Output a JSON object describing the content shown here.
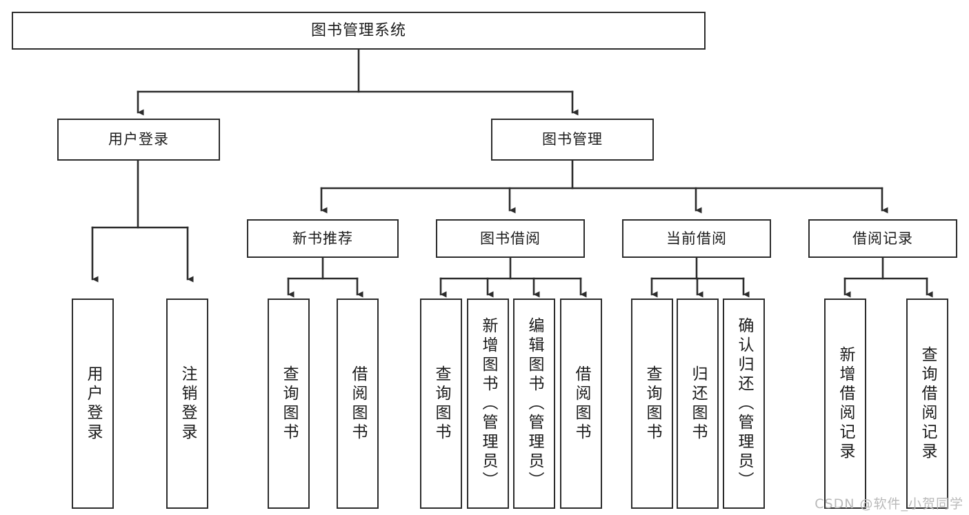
{
  "diagram": {
    "title": "图书管理系统",
    "type": "tree-hierarchy-chart",
    "colors": {
      "node_border": "#2b2b2b",
      "node_fill": "#ffffff",
      "edge": "#2b2b2b",
      "text": "#1b1b1b",
      "watermark": "#b9b9b9",
      "background": "#ffffff"
    },
    "nodes": {
      "root": {
        "label": "图书管理系统"
      },
      "level1": [
        {
          "label": "用户登录"
        },
        {
          "label": "图书管理"
        }
      ],
      "level2": [
        {
          "label": "新书推荐"
        },
        {
          "label": "图书借阅"
        },
        {
          "label": "当前借阅"
        },
        {
          "label": "借阅记录"
        }
      ],
      "leaves": {
        "user_login": [
          {
            "label": "用户登录"
          },
          {
            "label": "注销登录"
          }
        ],
        "new_book_recommend": [
          {
            "label": "查询图书"
          },
          {
            "label": "借阅图书"
          }
        ],
        "book_borrow": [
          {
            "label": "查询图书"
          },
          {
            "label": "新增图书（管理员）"
          },
          {
            "label": "编辑图书（管理员）"
          },
          {
            "label": "借阅图书"
          }
        ],
        "current_borrow": [
          {
            "label": "查询图书"
          },
          {
            "label": "归还图书"
          },
          {
            "label": "确认归还（管理员）"
          }
        ],
        "borrow_record": [
          {
            "label": "新增借阅记录"
          },
          {
            "label": "查询借阅记录"
          }
        ]
      }
    },
    "watermark": "CSDN @软件_小贺同学"
  }
}
